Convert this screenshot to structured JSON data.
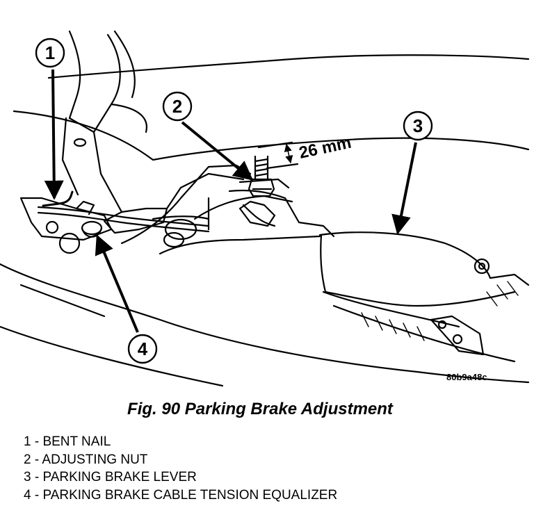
{
  "figure": {
    "dimension_label": "26 mm",
    "reference_code": "80b9a48c",
    "callouts": [
      "1",
      "2",
      "3",
      "4"
    ]
  },
  "caption": "Fig. 90 Parking Brake Adjustment",
  "legend": [
    "1 - BENT NAIL",
    "2 - ADJUSTING NUT",
    "3 - PARKING BRAKE LEVER",
    "4 - PARKING BRAKE CABLE TENSION EQUALIZER"
  ],
  "colors": {
    "ink": "#000000",
    "paper": "#ffffff"
  }
}
